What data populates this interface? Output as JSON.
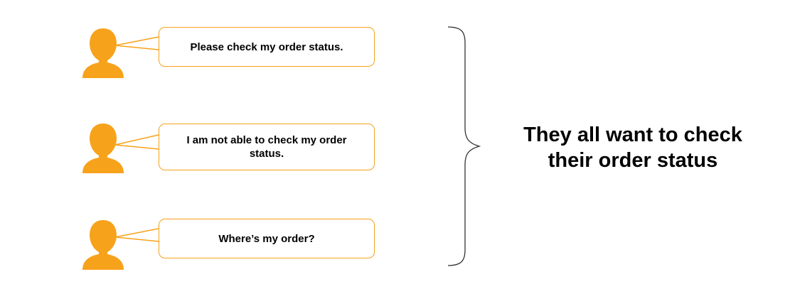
{
  "diagram": {
    "colors": {
      "person": "#F7A21B",
      "bubble_border": "#F7A21B",
      "brace": "#333333",
      "text": "#000000"
    },
    "messages": [
      {
        "icon": "person-icon",
        "text": "Please check my order status."
      },
      {
        "icon": "person-icon",
        "text": "I am not able to check my order status."
      },
      {
        "icon": "person-icon",
        "text": "Where’s my order?"
      }
    ],
    "conclusion": "They all want to check their order status"
  }
}
